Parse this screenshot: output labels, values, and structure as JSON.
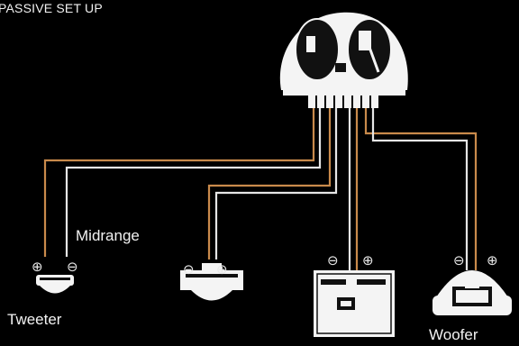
{
  "title": "PASSIVE SET UP",
  "labels": {
    "tweeter": "Tweeter",
    "midrange": "Midrange",
    "woofer": "Woofer"
  },
  "symbols": {
    "positive": "⊕",
    "negative": "⊖"
  },
  "colors": {
    "background": "#000000",
    "positive_wire": "#c98a4b",
    "negative_wire": "#e6e6e6",
    "device_fill": "#f4f4f4",
    "device_detail": "#111111"
  }
}
